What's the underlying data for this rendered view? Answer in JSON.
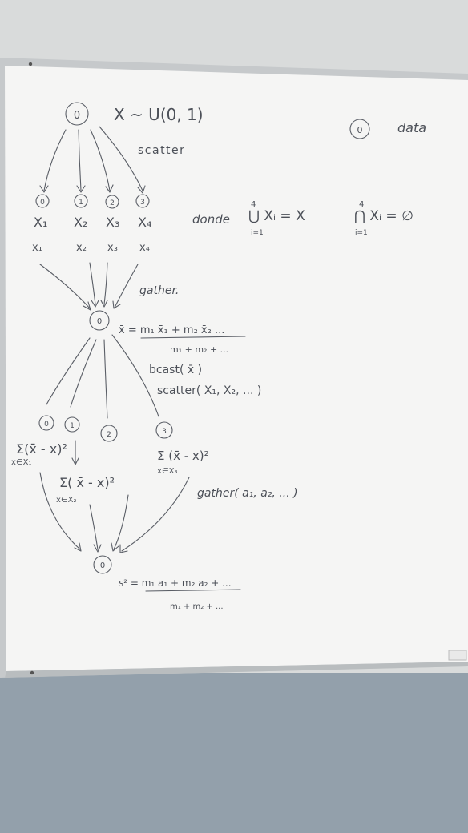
{
  "board": {
    "wall_color": "#d6d8d9",
    "board_color": "#f4f4f3",
    "ink_color": "#4c5058",
    "floor_color": "#8e9ba7"
  },
  "notes": {
    "root_node": "0",
    "distribution": "X ~ U(0, 1)",
    "legend_node": "0",
    "legend_label": "data",
    "scatter_label": "scatter",
    "worker_nodes": [
      "0",
      "1",
      "2",
      "3"
    ],
    "subsets": [
      "X₁",
      "X₂",
      "X₃",
      "X₄"
    ],
    "subset_means": [
      "x̄₁",
      "x̄₂",
      "x̄₃",
      "x̄₄"
    ],
    "donde": "donde",
    "union_top": "4",
    "union_expr": "⋃ Xᵢ = X",
    "union_bottom": "i=1",
    "inter_top": "4",
    "inter_expr": "⋂ Xᵢ = ∅",
    "inter_bottom": "i=1",
    "gather_label": "gather.",
    "mean_node": "0",
    "mean_numerator": "x̄ = m₁ x̄₁ + m₂ x̄₂ ...",
    "mean_denominator": "m₁ + m₂ + ...",
    "bcast": "bcast( x̄ )",
    "scatter_call": "scatter( X₁, X₂, ... )",
    "var_nodes": [
      "0",
      "1",
      "2",
      "3"
    ],
    "sum0": "Σ(x̄ - x)²",
    "sum0_sub": "x∈X₁",
    "sum2": "Σ( x̄ - x)²",
    "sum2_sub": "x∈X₂",
    "sum3": "Σ (x̄ - x)²",
    "sum3_sub": "x∈X₃",
    "gather_call": "gather( a₁, a₂, ... )",
    "final_node": "0",
    "s2_numerator": "s² = m₁ a₁ + m₂ a₂ + ...",
    "s2_denominator": "m₁ + m₂ + ..."
  }
}
